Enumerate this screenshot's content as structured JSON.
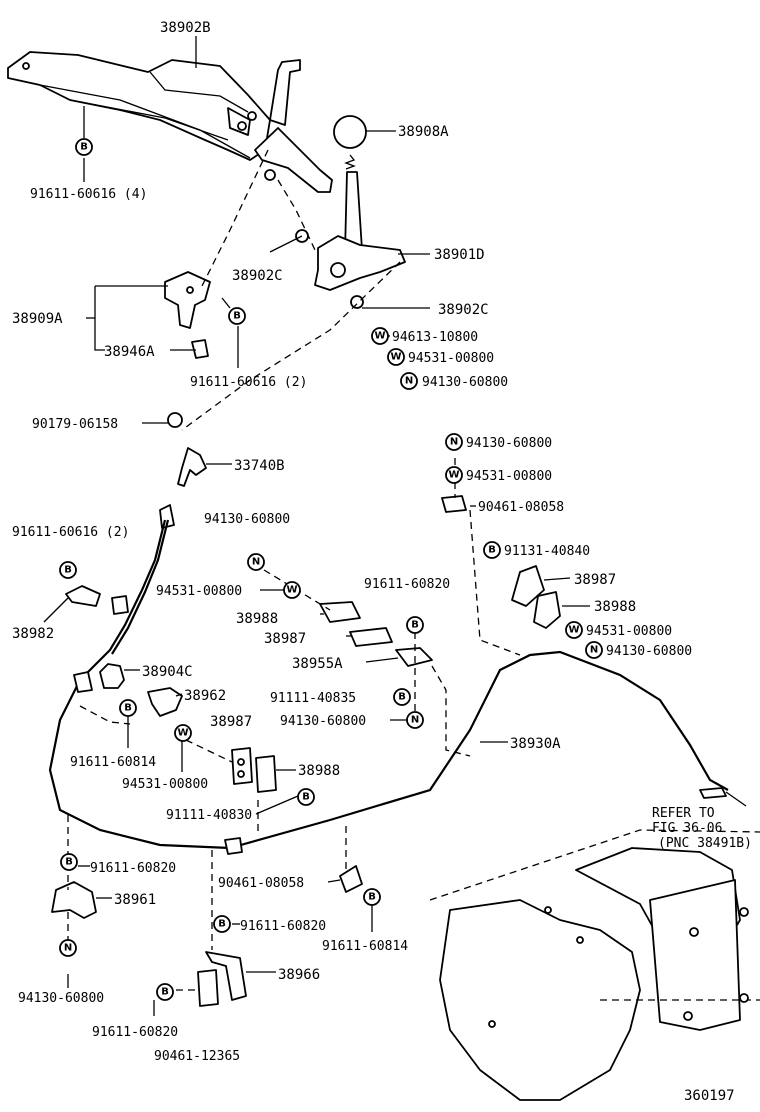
{
  "diagram": {
    "part_numbers": {
      "p38902B": "38902B",
      "p38908A": "38908A",
      "p91611_60616_4": "91611-60616 (4)",
      "p38902C_a": "38902C",
      "p38901D": "38901D",
      "p38902C_b": "38902C",
      "p38909A": "38909A",
      "p38946A": "38946A",
      "p91611_60616_2a": "91611-60616 (2)",
      "p94613_10800": "94613-10800",
      "p94531_00800_a": "94531-00800",
      "p94130_60800_a": "94130-60800",
      "p90179_06158": "90179-06158",
      "p33740B": "33740B",
      "p94130_60800_b": "94130-60800",
      "p94531_00800_b": "94531-00800",
      "p90461_08058_a": "90461-08058",
      "p91611_60616_2b": "91611-60616 (2)",
      "p94130_60800_c": "94130-60800",
      "p91131_40840": "91131-40840",
      "p38987_a": "38987",
      "p38988_a": "38988",
      "p94531_00800_c": "94531-00800",
      "p94130_60800_d": "94130-60800",
      "p38982": "38982",
      "p94531_00800_d": "94531-00800",
      "p91611_60820_a": "91611-60820",
      "p38988_b": "38988",
      "p38987_b": "38987",
      "p38955A": "38955A",
      "p38904C": "38904C",
      "p38962": "38962",
      "p91111_40835": "91111-40835",
      "p94130_60800_e": "94130-60800",
      "p38987_c": "38987",
      "p38930A": "38930A",
      "p91611_60814_a": "91611-60814",
      "p38988_c": "38988",
      "p94531_00800_e": "94531-00800",
      "p91111_40830": "91111-40830",
      "p91611_60820_b": "91611-60820",
      "p38961": "38961",
      "p90461_08058_b": "90461-08058",
      "p91611_60820_c": "91611-60820",
      "p91611_60814_b": "91611-60814",
      "p38966": "38966",
      "p94130_60800_f": "94130-60800",
      "p91611_60820_d": "91611-60820",
      "p90461_12365": "90461-12365"
    },
    "refer_note": {
      "line1": "REFER TO",
      "line2": "FIG 36-06",
      "line3": "(PNC 38491B)"
    },
    "figure_number": "360197",
    "symbols": {
      "bolt": "B",
      "washer": "W",
      "nut": "N"
    }
  }
}
